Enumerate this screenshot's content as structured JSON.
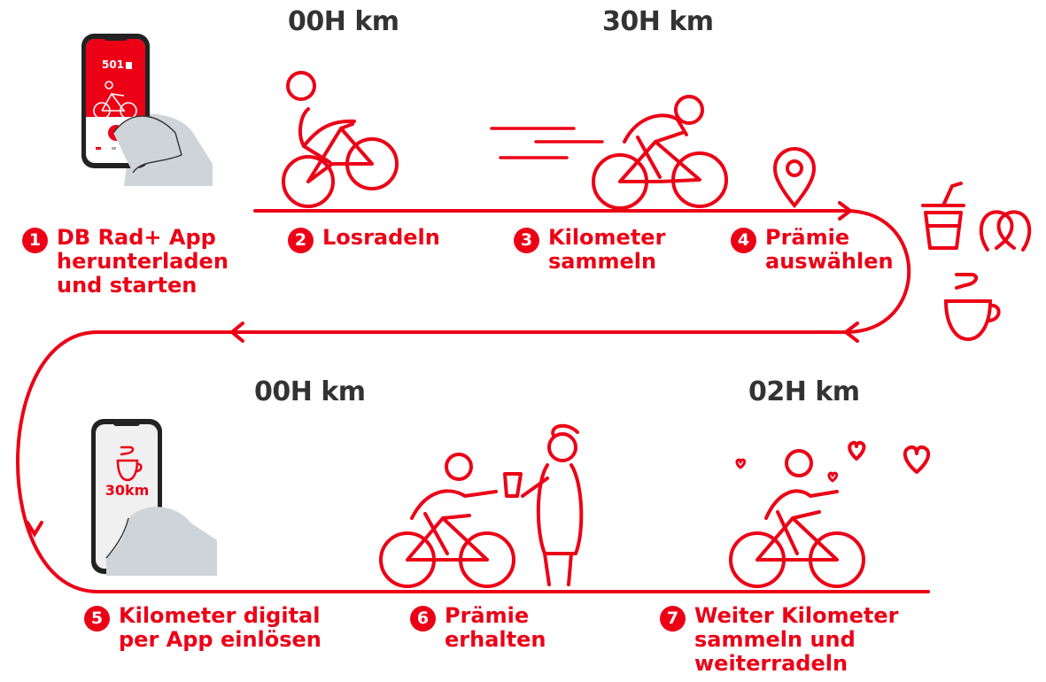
{
  "colors": {
    "accent": "#ec0016",
    "text_dark": "#333333",
    "hand": "#cfd4d8"
  },
  "counters": {
    "c1": "00",
    "c2": "30",
    "c3": "00",
    "c4": "02",
    "unit": "km",
    "odometer_glyph": "H"
  },
  "steps": [
    {
      "num": "1",
      "label": "DB Rad+ App\nherunterladen\nund starten"
    },
    {
      "num": "2",
      "label": "Losradeln"
    },
    {
      "num": "3",
      "label": "Kilometer\nsammeln"
    },
    {
      "num": "4",
      "label": "Prämie\nauswählen"
    },
    {
      "num": "5",
      "label": "Kilometer digital\nper App einlösen"
    },
    {
      "num": "6",
      "label": "Prämie\nerhalten"
    },
    {
      "num": "7",
      "label": "Weiter Kilometer\nsammeln und\nweiterradeln"
    }
  ],
  "phone1": {
    "amount": "501"
  },
  "phone2": {
    "reward_km": "30km"
  },
  "icons": [
    "phone-icon",
    "cyclist-icon",
    "location-pin-icon",
    "drink-cup-icon",
    "pretzel-icon",
    "coffee-cup-icon",
    "heart-icon"
  ]
}
